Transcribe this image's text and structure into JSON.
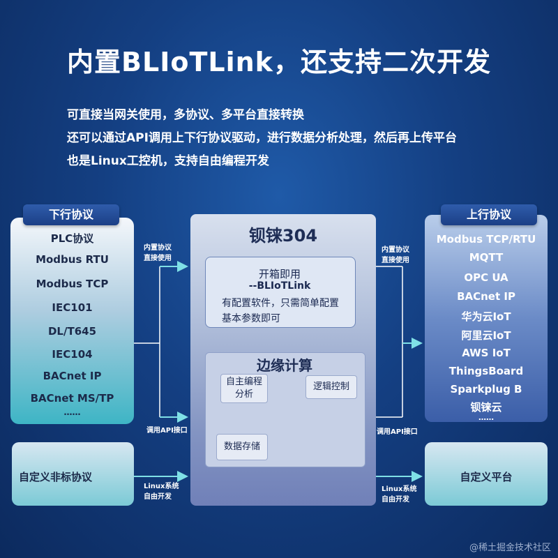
{
  "title": "内置BLIoTLink，还支持二次开发",
  "intro": [
    "可直接当网关使用，多协议、多平台直接转换",
    "还可以通过API调用上下行协议驱动，进行数据分析处理，然后再上传平台",
    "也是Linux工控机，支持自由编程开发"
  ],
  "downlink": {
    "header": "下行协议",
    "items": [
      "PLC协议",
      "Modbus RTU",
      "Modbus TCP",
      "IEC101",
      "DL/T645",
      "IEC104",
      "BACnet IP",
      "BACnet MS/TP",
      "……"
    ]
  },
  "uplink": {
    "header": "上行协议",
    "items": [
      "Modbus TCP/RTU",
      "MQTT",
      "OPC UA",
      "BACnet IP",
      "华为云IoT",
      "阿里云IoT",
      "AWS IoT",
      "ThingsBoard",
      "Sparkplug B",
      "钡铼云",
      "……"
    ]
  },
  "center": {
    "title": "钡铼304",
    "box1": {
      "line1": "开箱即用",
      "line2": "--BLIoTLink",
      "line3": "有配置软件，只需简单配置",
      "line4": "基本参数即可"
    },
    "edge": {
      "title": "边缘计算",
      "auto_line1": "自主编程",
      "auto_line2": "分析",
      "logic": "逻辑控制",
      "storage": "数据存储"
    }
  },
  "labels": {
    "left_top_1": "内置协议",
    "left_top_2": "直接使用",
    "left_api": "调用API接口",
    "left_linux_1": "Linux系统",
    "left_linux_2": "自由开发",
    "right_top_1": "内置协议",
    "right_top_2": "直接使用",
    "right_api": "调用API接口",
    "right_linux_1": "Linux系统",
    "right_linux_2": "自由开发"
  },
  "bottom_left": "自定义非标协议",
  "bottom_right": "自定义平台",
  "watermark": "@稀土掘金技术社区",
  "colors": {
    "arrow": "#7fe0e6",
    "dark_arrow": "#1e3a78"
  }
}
